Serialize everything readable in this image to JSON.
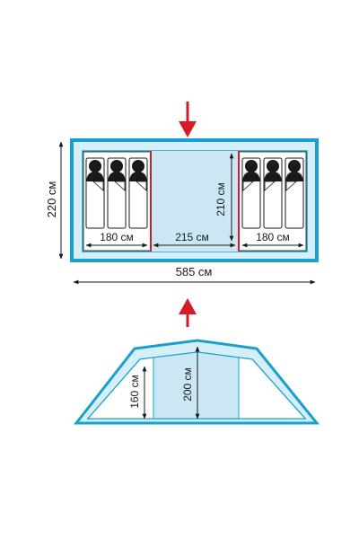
{
  "colors": {
    "outline": "#1aa0cc",
    "fill_light": "#d6eef7",
    "fill_center": "#cbe7f3",
    "divider": "#c8202f",
    "arrow": "#d71a2a",
    "dimension": "#1a1a1a",
    "person": "#1a1a1a"
  },
  "icons": {
    "top_arrow": "red-down-arrow-icon",
    "bottom_arrow": "red-up-arrow-icon",
    "sleeper": "sleeping-person-icon"
  },
  "floor_plan": {
    "overall_depth_label": "220 см",
    "overall_width_label": "585 см",
    "left_bedroom_width_label": "180 см",
    "center_room_width_label": "215 см",
    "right_bedroom_width_label": "180 см",
    "center_room_depth_label": "210 см",
    "left_bedroom_sleepers": 3,
    "right_bedroom_sleepers": 3
  },
  "side_view": {
    "bedroom_height_label": "160 см",
    "center_height_label": "200 см"
  }
}
